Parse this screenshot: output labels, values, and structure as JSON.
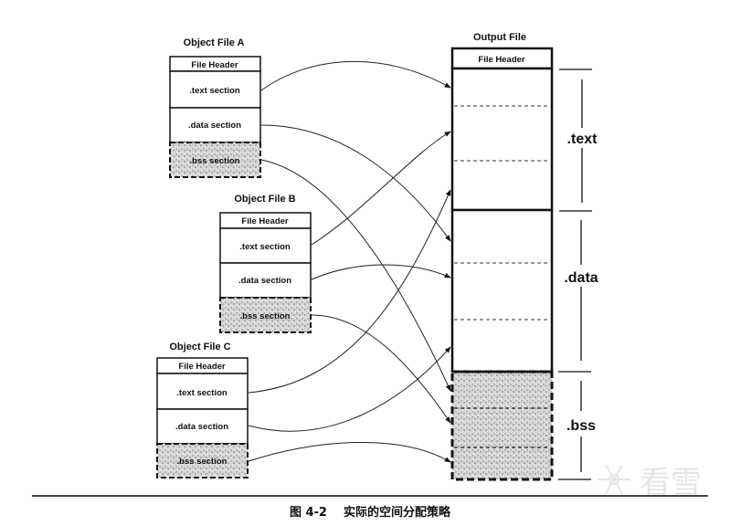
{
  "object_files": [
    {
      "title": "Object File A",
      "header": "File Header",
      "sections": [
        ".text section",
        ".data section",
        ".bss section"
      ]
    },
    {
      "title": "Object File B",
      "header": "File Header",
      "sections": [
        ".text section",
        ".data section",
        ".bss section"
      ]
    },
    {
      "title": "Object File C",
      "header": "File Header",
      "sections": [
        ".text section",
        ".data section",
        ".bss section"
      ]
    }
  ],
  "output_file": {
    "title": "Output File",
    "header": "File Header",
    "segments": [
      ".text",
      ".data",
      ".bss"
    ]
  },
  "caption": "图 4-2    实际的空间分配策略",
  "watermark": "看雪",
  "colors": {
    "ink": "#111111",
    "shade": "#bdbdbd"
  }
}
